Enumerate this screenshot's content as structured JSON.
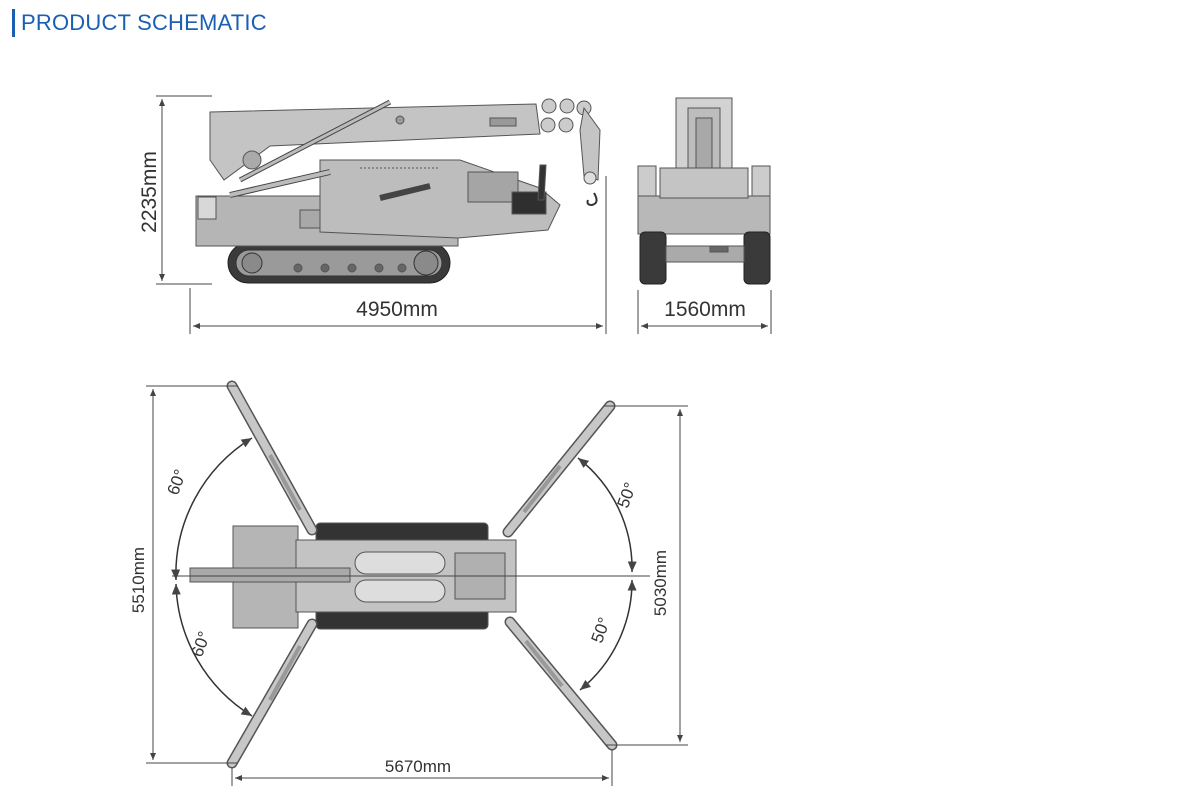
{
  "header": {
    "title": "PRODUCT SCHEMATIC"
  },
  "colors": {
    "accent": "#1a5fb4",
    "machine_fill": "#b3b3b3",
    "track_fill": "#333333",
    "line": "#444444"
  },
  "dimensions": {
    "height": "2235mm",
    "length": "4950mm",
    "width": "1560mm",
    "outrigger_span_left": "5510mm",
    "outrigger_span_right": "5030mm",
    "outrigger_span_bottom": "5670mm"
  },
  "angles": {
    "left_upper": "60°",
    "left_lower": "60°",
    "right_upper": "50°",
    "right_lower": "50°"
  }
}
